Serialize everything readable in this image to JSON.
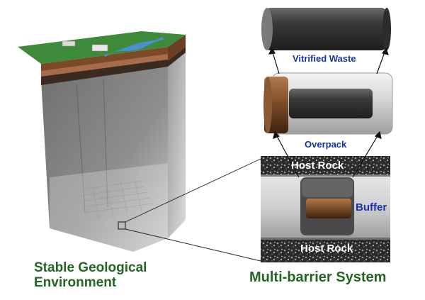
{
  "labels": {
    "vitrified_waste": "Vitrified Waste",
    "overpack": "Overpack",
    "host_rock_top": "Host Rock",
    "buffer": "Buffer",
    "host_rock_bottom": "Host Rock",
    "stable_line1": "Stable Geological",
    "stable_line2": "Environment",
    "multibarrier": "Multi-barrier System"
  },
  "colors": {
    "title_green": "#226622",
    "label_blue": "#1733a8",
    "label_white": "#ffffff"
  }
}
